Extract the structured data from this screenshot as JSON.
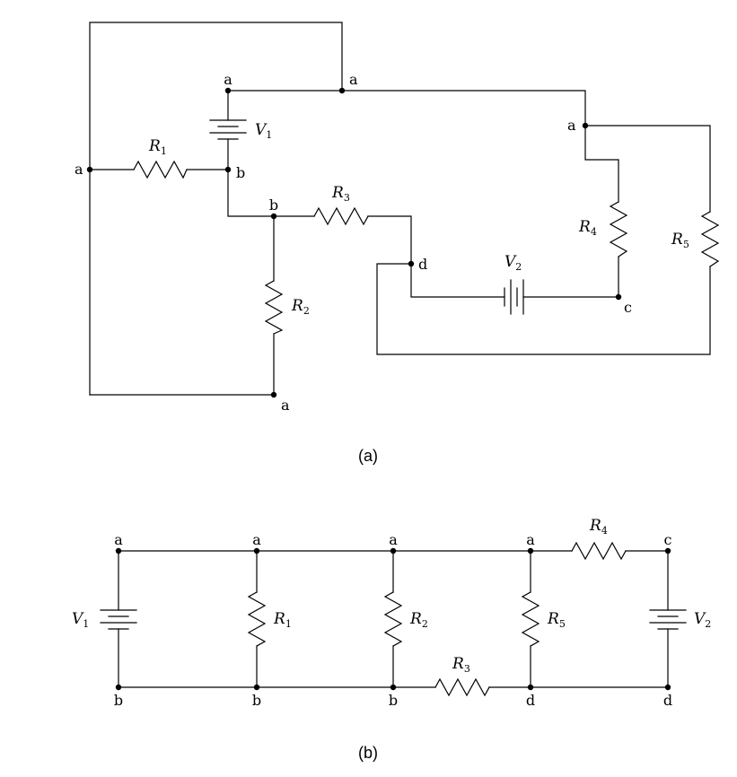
{
  "diagram_a": {
    "caption": "(a)",
    "node_labels": {
      "a_left": "a",
      "a_v1_top": "a",
      "a_top_mid": "a",
      "a_right": "a",
      "a_bottom": "a",
      "b_v1_bottom": "b",
      "b_mid": "b",
      "c": "c",
      "d": "d"
    },
    "components": {
      "r1": {
        "sym": "R",
        "sub": "1"
      },
      "r2": {
        "sym": "R",
        "sub": "2"
      },
      "r3": {
        "sym": "R",
        "sub": "3"
      },
      "r4": {
        "sym": "R",
        "sub": "4"
      },
      "r5": {
        "sym": "R",
        "sub": "5"
      },
      "v1": {
        "sym": "V",
        "sub": "1"
      },
      "v2": {
        "sym": "V",
        "sub": "2"
      }
    }
  },
  "diagram_b": {
    "caption": "(b)",
    "top_node_labels": [
      "a",
      "a",
      "a",
      "a",
      "c"
    ],
    "bottom_node_labels": [
      "b",
      "b",
      "b",
      "d",
      "d"
    ],
    "components": {
      "v1": {
        "sym": "V",
        "sub": "1"
      },
      "r1": {
        "sym": "R",
        "sub": "1"
      },
      "r2": {
        "sym": "R",
        "sub": "2"
      },
      "r3": {
        "sym": "R",
        "sub": "3"
      },
      "r4": {
        "sym": "R",
        "sub": "4"
      },
      "r5": {
        "sym": "R",
        "sub": "5"
      },
      "v2": {
        "sym": "V",
        "sub": "2"
      }
    }
  }
}
